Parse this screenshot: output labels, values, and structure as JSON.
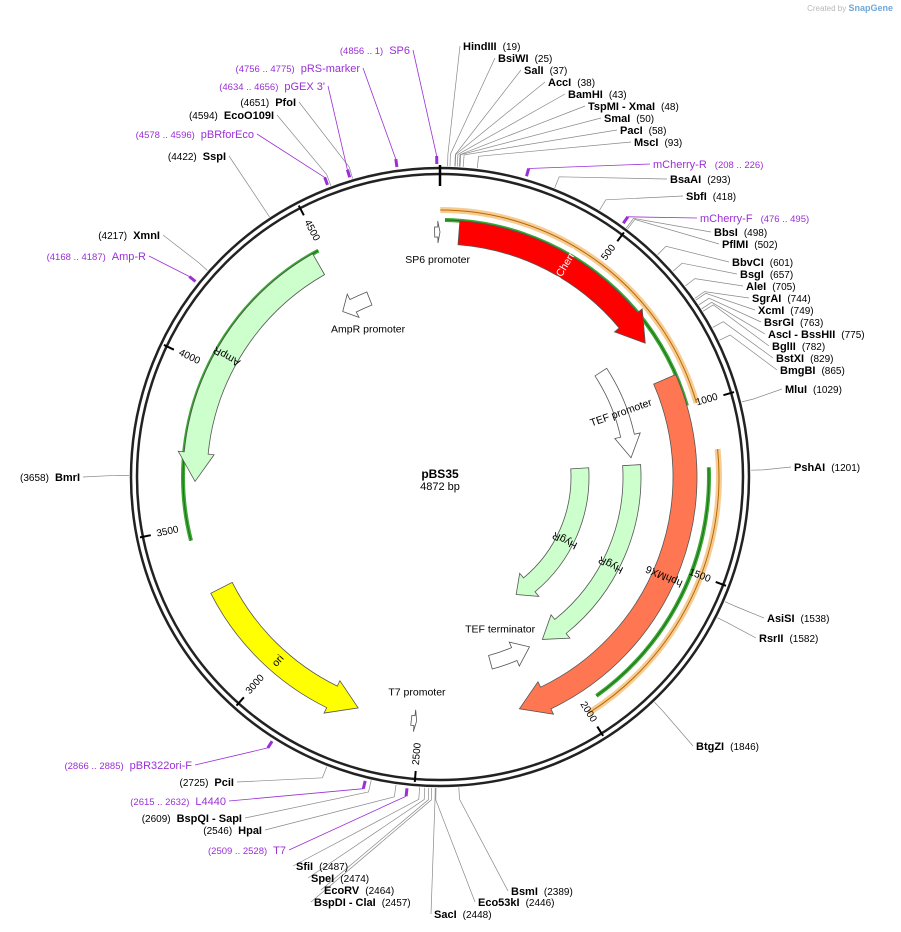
{
  "credit": {
    "prefix": "Created by",
    "brand": "SnapGene"
  },
  "plasmid": {
    "name": "pBS35",
    "length_label": "4872 bp",
    "length": 4872
  },
  "ticks": [
    {
      "bp": 500,
      "label": "500"
    },
    {
      "bp": 1000,
      "label": "1000"
    },
    {
      "bp": 1500,
      "label": "1500"
    },
    {
      "bp": 2000,
      "label": "2000"
    },
    {
      "bp": 2500,
      "label": "2500"
    },
    {
      "bp": 3000,
      "label": "3000"
    },
    {
      "bp": 3500,
      "label": "3500"
    },
    {
      "bp": 4000,
      "label": "4000"
    },
    {
      "bp": 4500,
      "label": "4500"
    }
  ],
  "features": [
    {
      "label": "mCherry",
      "start": 60,
      "end": 770,
      "strand": 1,
      "radius": 245,
      "width": 24,
      "color": "#ff0000",
      "text_color": "#ffffff"
    },
    {
      "label": "hphMX6",
      "start": 900,
      "end": 2180,
      "strand": 1,
      "radius": 245,
      "width": 24,
      "color": "#ff7752",
      "text_color": "#000000"
    },
    {
      "label": "ori",
      "start": 2700,
      "end": 3290,
      "strand": -1,
      "radius": 245,
      "width": 24,
      "color": "#ffff00",
      "text_color": "#000000"
    },
    {
      "label": "AmpR",
      "start": 3640,
      "end": 4470,
      "strand": -1,
      "radius": 245,
      "width": 24,
      "color": "#ccffcc",
      "text_color": "#000000"
    },
    {
      "label": "TEF promoter",
      "start": 770,
      "end": 1140,
      "strand": 1,
      "radius": 192,
      "width": 14,
      "color": "#ffffff",
      "text_color": "#000000"
    },
    {
      "label": "HygR",
      "start": 1170,
      "end": 2000,
      "strand": 1,
      "radius": 192,
      "width": 18,
      "color": "#ccffcc",
      "text_color": "#000000"
    },
    {
      "label": "HygR",
      "start": 1170,
      "end": 1990,
      "strand": 1,
      "radius": 140,
      "width": 18,
      "color": "#ccffcc",
      "text_color": "#000000"
    },
    {
      "label": "AmpR promoter",
      "start": 4460,
      "end": 4580,
      "strand": -1,
      "radius": 192,
      "width": 14,
      "color": "#ffffff",
      "text_color": "#000000"
    },
    {
      "label": "SP6 promoter",
      "start": 4855,
      "end": 4872,
      "strand": 1,
      "radius": 245,
      "width": 10,
      "color": "#ffffff",
      "text_color": "#000000"
    },
    {
      "label": "T7 promoter",
      "start": 2510,
      "end": 2527,
      "strand": -1,
      "radius": 245,
      "width": 10,
      "color": "#ffffff",
      "text_color": "#000000"
    },
    {
      "label": "TEF terminator",
      "start": 2060,
      "end": 2230,
      "strand": -1,
      "radius": 192,
      "width": 14,
      "color": "#ffffff",
      "text_color": "#000000"
    }
  ],
  "orf_arcs": [
    {
      "start": 1,
      "end": 1000,
      "strand": 1,
      "radius": 267,
      "color": "#f0a33c"
    },
    {
      "start": 15,
      "end": 1000,
      "strand": 1,
      "radius": 257,
      "color": "#3aa832"
    },
    {
      "start": 1140,
      "end": 2000,
      "strand": 1,
      "radius": 279,
      "color": "#f0a33c"
    },
    {
      "start": 1190,
      "end": 1955,
      "strand": 1,
      "radius": 269,
      "color": "#3aa832"
    },
    {
      "start": 3460,
      "end": 4490,
      "strand": -1,
      "radius": 257,
      "color": "#3aa832"
    }
  ],
  "enzymes": [
    {
      "name": "HindIII",
      "pos": "(19)",
      "bp": 19
    },
    {
      "name": "BsiWI",
      "pos": "(25)",
      "bp": 25
    },
    {
      "name": "SalI",
      "pos": "(37)",
      "bp": 37
    },
    {
      "name": "AccI",
      "pos": "(38)",
      "bp": 38
    },
    {
      "name": "BamHI",
      "pos": "(43)",
      "bp": 43
    },
    {
      "name": "TspMI - XmaI",
      "pos": "(48)",
      "bp": 48
    },
    {
      "name": "SmaI",
      "pos": "(50)",
      "bp": 50
    },
    {
      "name": "PacI",
      "pos": "(58)",
      "bp": 58
    },
    {
      "name": "MscI",
      "pos": "(93)",
      "bp": 93
    },
    {
      "name": "BsaAI",
      "pos": "(293)",
      "bp": 293
    },
    {
      "name": "SbfI",
      "pos": "(418)",
      "bp": 418
    },
    {
      "name": "BbsI",
      "pos": "(498)",
      "bp": 498
    },
    {
      "name": "PflMI",
      "pos": "(502)",
      "bp": 502
    },
    {
      "name": "BbvCI",
      "pos": "(601)",
      "bp": 601
    },
    {
      "name": "BsgI",
      "pos": "(657)",
      "bp": 657
    },
    {
      "name": "AleI",
      "pos": "(705)",
      "bp": 705
    },
    {
      "name": "SgrAI",
      "pos": "(744)",
      "bp": 744
    },
    {
      "name": "XcmI",
      "pos": "(749)",
      "bp": 749
    },
    {
      "name": "BsrGI",
      "pos": "(763)",
      "bp": 763
    },
    {
      "name": "AscI - BssHII",
      "pos": "(775)",
      "bp": 775
    },
    {
      "name": "BglII",
      "pos": "(782)",
      "bp": 782
    },
    {
      "name": "BstXI",
      "pos": "(829)",
      "bp": 829
    },
    {
      "name": "BmgBI",
      "pos": "(865)",
      "bp": 865
    },
    {
      "name": "MluI",
      "pos": "(1029)",
      "bp": 1029
    },
    {
      "name": "PshAI",
      "pos": "(1201)",
      "bp": 1201
    },
    {
      "name": "AsiSI",
      "pos": "(1538)",
      "bp": 1538
    },
    {
      "name": "RsrII",
      "pos": "(1582)",
      "bp": 1582
    },
    {
      "name": "BtgZI",
      "pos": "(1846)",
      "bp": 1846
    },
    {
      "name": "BsmI",
      "pos": "(2389)",
      "bp": 2389
    },
    {
      "name": "Eco53kI",
      "pos": "(2446)",
      "bp": 2446
    },
    {
      "name": "SacI",
      "pos": "(2448)",
      "bp": 2448
    },
    {
      "name": "BspDI - ClaI",
      "pos": "(2457)",
      "bp": 2457
    },
    {
      "name": "EcoRV",
      "pos": "(2464)",
      "bp": 2464
    },
    {
      "name": "SpeI",
      "pos": "(2474)",
      "bp": 2474
    },
    {
      "name": "SfiI",
      "pos": "(2487)",
      "bp": 2487
    },
    {
      "name": "HpaI",
      "pos": "(2546)",
      "bp": 2546
    },
    {
      "name": "BspQI - SapI",
      "pos": "(2609)",
      "bp": 2609
    },
    {
      "name": "PciI",
      "pos": "(2725)",
      "bp": 2725
    },
    {
      "name": "BmrI",
      "pos": "(3658)",
      "bp": 3658
    },
    {
      "name": "XmnI",
      "pos": "(4217)",
      "bp": 4217
    },
    {
      "name": "SspI",
      "pos": "(4422)",
      "bp": 4422
    },
    {
      "name": "EcoO109I",
      "pos": "(4594)",
      "bp": 4594
    },
    {
      "name": "PfoI",
      "pos": "(4651)",
      "bp": 4651
    }
  ],
  "primers": [
    {
      "name": "SP6",
      "range": "(4856 .. 1)",
      "bp": 4864
    },
    {
      "name": "pRS-marker",
      "range": "(4756 .. 4775)",
      "bp": 4765
    },
    {
      "name": "pGEX 3'",
      "range": "(4634 .. 4656)",
      "bp": 4645
    },
    {
      "name": "pBRforEco",
      "range": "(4578 .. 4596)",
      "bp": 4587
    },
    {
      "name": "mCherry-R",
      "range": "(208 .. 226)",
      "bp": 217
    },
    {
      "name": "mCherry-F",
      "range": "(476 .. 495)",
      "bp": 485
    },
    {
      "name": "Amp-R",
      "range": "(4168 .. 4187)",
      "bp": 4177
    },
    {
      "name": "pBR322ori-F",
      "range": "(2866 .. 2885)",
      "bp": 2875
    },
    {
      "name": "L4440",
      "range": "(2615 .. 2632)",
      "bp": 2623
    },
    {
      "name": "T7",
      "range": "(2509 .. 2528)",
      "bp": 2518
    }
  ]
}
